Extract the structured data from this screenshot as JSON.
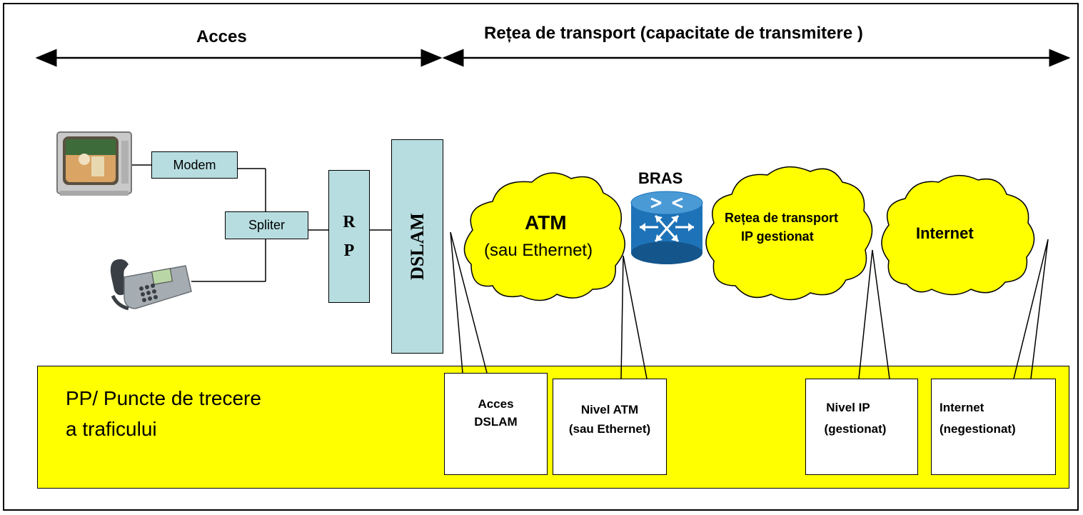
{
  "header": {
    "access_label": "Acces",
    "transport_label": "Rețea de  transport (capacitate de transmitere )"
  },
  "devices": {
    "modem_label": "Modem",
    "splitter_label": "Spliter",
    "rp_label_r": "R",
    "rp_label_p": "P",
    "dslam_label": "DSLAM",
    "bras_label": "BRAS"
  },
  "clouds": {
    "atm_title": "ATM",
    "atm_subtitle": "(sau Ethernet)",
    "ip_line1": "Rețea de transport",
    "ip_line2": "IP gestionat",
    "internet_label": "Internet"
  },
  "band": {
    "line1": "PP/ Puncte de trecere",
    "line2": "a traficului"
  },
  "callouts": {
    "c1_line1": "Acces",
    "c1_line2": "DSLAM",
    "c2_line1": "Nivel ATM",
    "c2_line2": "(sau Ethernet)",
    "c3_line1": "Nivel IP",
    "c3_line2": "(gestionat)",
    "c4_line1": "Internet",
    "c4_line2": "(negestionat)"
  },
  "colors": {
    "box_fill": "#b7dde0",
    "cloud_fill": "#ffff00",
    "router_fill": "#1e73b8"
  },
  "icons": [
    "tv-icon",
    "phone-icon",
    "router-icon"
  ]
}
